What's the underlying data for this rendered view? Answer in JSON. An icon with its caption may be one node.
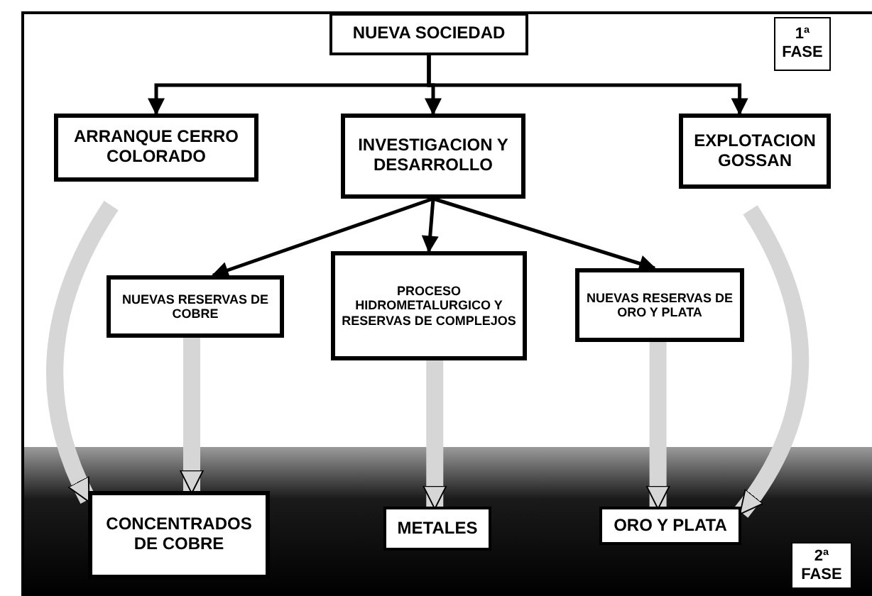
{
  "diagram": {
    "nodes": [
      {
        "text": [
          "NUEVA SOCIEDAD"
        ]
      },
      {
        "text": [
          "1ª FASE"
        ]
      },
      {
        "text": [
          "ARRANQUE CERRO COLORADO"
        ]
      },
      {
        "text": [
          "INVESTIGACION Y DESARROLLO"
        ]
      },
      {
        "text": [
          "EXPLOTACION GOSSAN"
        ]
      },
      {
        "text": [
          "NUEVAS RESERVAS DE COBRE"
        ]
      },
      {
        "text": [
          "PROCESO HIDROMETALURGICO Y RESERVAS DE COMPLEJOS"
        ]
      },
      {
        "text": [
          "NUEVAS RESERVAS DE ORO Y PLATA"
        ]
      },
      {
        "text": [
          "CONCENTRADOS DE COBRE"
        ]
      },
      {
        "text": [
          "METALES"
        ]
      },
      {
        "text": [
          "ORO Y PLATA"
        ]
      },
      {
        "text": [
          "2ª FASE"
        ]
      }
    ],
    "edges": [
      {
        "from": 0,
        "to": 2,
        "arrow": "to"
      },
      {
        "from": 0,
        "to": 3,
        "arrow": "to"
      },
      {
        "from": 0,
        "to": 4,
        "arrow": "to"
      },
      {
        "from": 3,
        "to": 5,
        "arrow": "to"
      },
      {
        "from": 3,
        "to": 6,
        "arrow": "to"
      },
      {
        "from": 3,
        "to": 7,
        "arrow": "to"
      },
      {
        "from": 5,
        "to": 8,
        "arrow": "to",
        "style": "thick",
        "color": "#d6d6d6"
      },
      {
        "from": 6,
        "to": 9,
        "arrow": "to",
        "style": "thick",
        "color": "#d6d6d6"
      },
      {
        "from": 7,
        "to": 10,
        "arrow": "to",
        "style": "thick",
        "color": "#d6d6d6"
      },
      {
        "from": 2,
        "to": 8,
        "arrow": "to",
        "style": "thick",
        "color": "#d6d6d6"
      },
      {
        "from": 4,
        "to": 10,
        "arrow": "to",
        "style": "thick",
        "color": "#d6d6d6"
      }
    ]
  }
}
